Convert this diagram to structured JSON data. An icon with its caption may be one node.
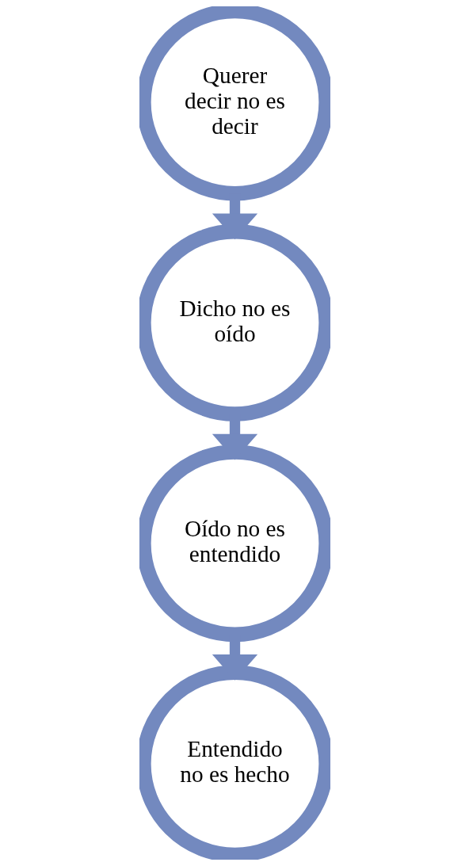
{
  "diagram": {
    "nodes": [
      {
        "text": [
          "Querer decir no es decir"
        ]
      },
      {
        "text": [
          "Dicho no es oído"
        ]
      },
      {
        "text": [
          "Oído no es entendido"
        ]
      },
      {
        "text": [
          "Entendido no es hecho"
        ]
      }
    ],
    "edges": [
      {
        "from": 0,
        "to": 1,
        "arrow": "to"
      },
      {
        "from": 1,
        "to": 2,
        "arrow": "to"
      },
      {
        "from": 2,
        "to": 3,
        "arrow": "to"
      }
    ]
  }
}
